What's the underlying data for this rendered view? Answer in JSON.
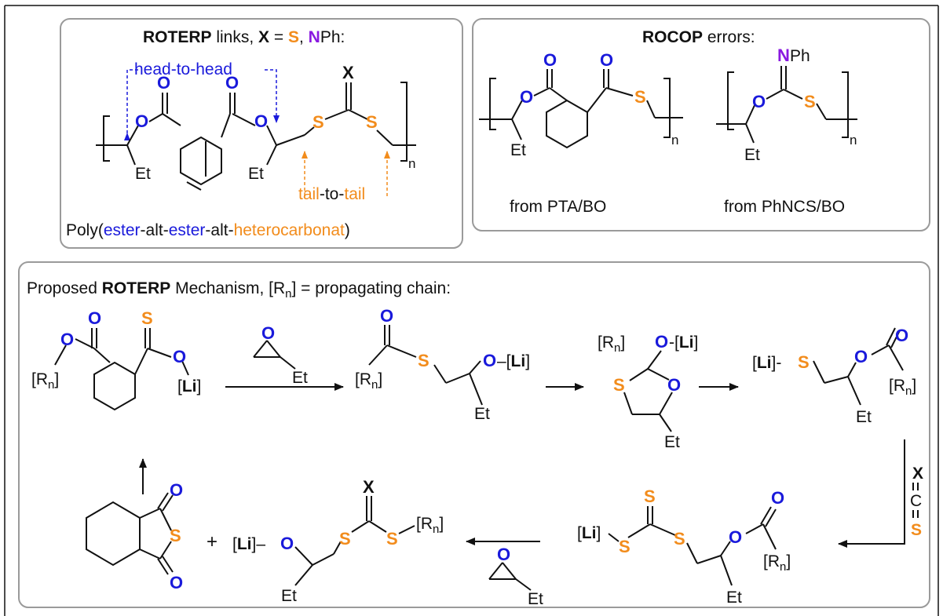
{
  "colors": {
    "oxygen": "#1a1adb",
    "sulfur": "#f28c1c",
    "nitrogen": "#8a19e0",
    "ink": "#111111",
    "panel_border": "#9a9a9a"
  },
  "roterp_panel": {
    "title_bold": "ROTERP",
    "title_rest": " links, ",
    "title_x": "X",
    "title_eq": " = ",
    "title_s": "S",
    "title_comma": ", ",
    "title_n": "N",
    "title_ph": "Ph:",
    "head_a": "head",
    "head_mid": "-to-",
    "head_b": "head",
    "tail_a": "tail",
    "tail_mid": "-to-",
    "tail_b": "tail",
    "poly_1": "Poly(",
    "poly_ester1": "ester",
    "poly_alt1": "-alt-",
    "poly_ester2": "ester",
    "poly_alt2": "-alt-",
    "poly_hetero": "heterocarbonat",
    "poly_close": ")",
    "atom_x": "X",
    "atom_o": "O",
    "atom_s": "S",
    "et": "Et",
    "sub_n": "n"
  },
  "rocop_panel": {
    "title_bold": "ROCOP",
    "title_rest": " errors:",
    "caption_left": "from PTA/BO",
    "caption_right": "from PhNCS/BO",
    "atom_n": "N",
    "ph": "Ph",
    "atom_o": "O",
    "atom_s": "S",
    "et": "Et",
    "sub_n": "n"
  },
  "mechanism_panel": {
    "title_pre": "Proposed ",
    "title_bold": "ROTERP",
    "title_post": " Mechanism, [R",
    "title_sub": "n",
    "title_end": "] = propagating chain:",
    "li": "Li",
    "rn_r": "R",
    "rn_n": "n",
    "et": "Et",
    "atom_o": "O",
    "atom_s": "S",
    "atom_c": "C",
    "atom_x": "X",
    "plus": "+"
  }
}
